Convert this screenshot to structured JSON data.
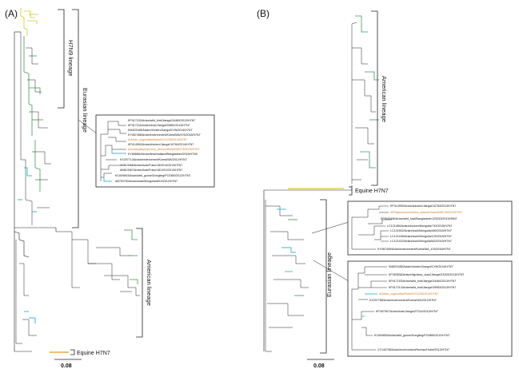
{
  "panel_a": {
    "label": "(A)",
    "lineages": {
      "h7n9": "H7N9 lineage",
      "eurasian": "Eurasian lineage",
      "american": "American lineage",
      "equine": "Equine H7N7"
    },
    "scale": "0.08",
    "inset": [
      "KP417153/Avian/wild_bird/Jiangxi/34460/2013/H7N7",
      "KP417116/Avian/dove/Jiangxi/25862/2013/H7N7",
      "KM403188/Avian/chicken/Jiangxi/CXN/2014/H7N7",
      "KY087458/Avian/environment/Korea/MA/476/2016/H7N7",
      "A/Avian_cygnoides/Hubei/CH1228/2014/H7N7",
      "KP414990/Avian/chicken/Jiangxi/10784/2014/H7N7",
      "A/Anas/platyrhynchos_carbon/Hubei/W8178/2015/H7N7",
      "KY656884/Avian/feral/mallard/Bangladesh/2015/H7N9",
      "KX297714/Avian/environment/Korea/WA/2012/H7N7",
      "AB813068/Avian/duck/Fukui/18/2014/2013/H7N7",
      "AB813067/Avian/duck/Fukui/18/1/0/1/2013/H7N7",
      "KC609803/Avian/wild_goose/Dongting/PC0360/2012/H7N7",
      "AB753783/Avian/duck/Mongolia/M10/2012/H7N7"
    ],
    "inset_highlight": [
      4,
      6
    ]
  },
  "panel_b": {
    "label": "(B)",
    "lineages": {
      "american": "American lineage",
      "equine": "Equine H7N7",
      "eurasian": "Eurasian lineage"
    },
    "scale": "0.08",
    "inset1": [
      "KP414990/Avian/chicken/Jiangxi/10784/2014/H7N7",
      "A/Platycercus/eximius_carbon/Hubei/W8178/2015/H7N7",
      "EPI543406/Avian/wild_fowl/Bangladesh/1Z5315/2013/H9N7",
      "LC121484/Avian/chicken/Mongolia/743/2015/H7N7",
      "LC121502/Avian/duck/Mongolia/469/2015/H7N7",
      "LC121436/Avian/duck/Mongolia/129/2015/H7N7",
      "LC121422/Avian/duck/Mongolia/620/2015/H7N7",
      "KY087459/Avian/environment/Korea/MA_476/2016/H7N7"
    ],
    "inset1_highlight": [
      1
    ],
    "inset2": [
      "KM603188/Avian/chicken/Jiangxi/CXN/2014/H7N7",
      "KF260836/Avian/migratory_duck/Jiangxi/23209/2013/H7N7",
      "KP417153/Avian/wild_bird/Jiangxi/34460/2013/H7N7",
      "KP417213/Avian/wild_bird/Jiangxi/35983/2013/H7N7",
      "A/Avian_cygnoides/Hubei/CH1228/2014/H7N7",
      "KX297788/Avian/environment/Korea/WA/2012/H7N7",
      "KP287597/Avian/duck/Jiangxi/27314/2013/H7N7",
      "KC609805/Avian/wild_goose/Dongting/PC0860/2012/H7N7",
      "CY140708/Avian/environment/Human/Hubei/2013/H7N7"
    ],
    "inset2_highlight": [
      4
    ]
  },
  "colors": {
    "branch": "#222222",
    "yellow": "#d9c72a",
    "green": "#3e9a52",
    "cyan": "#3bb8cf",
    "orange": "#e89a1c",
    "highlight_text": "#d07a2a"
  }
}
